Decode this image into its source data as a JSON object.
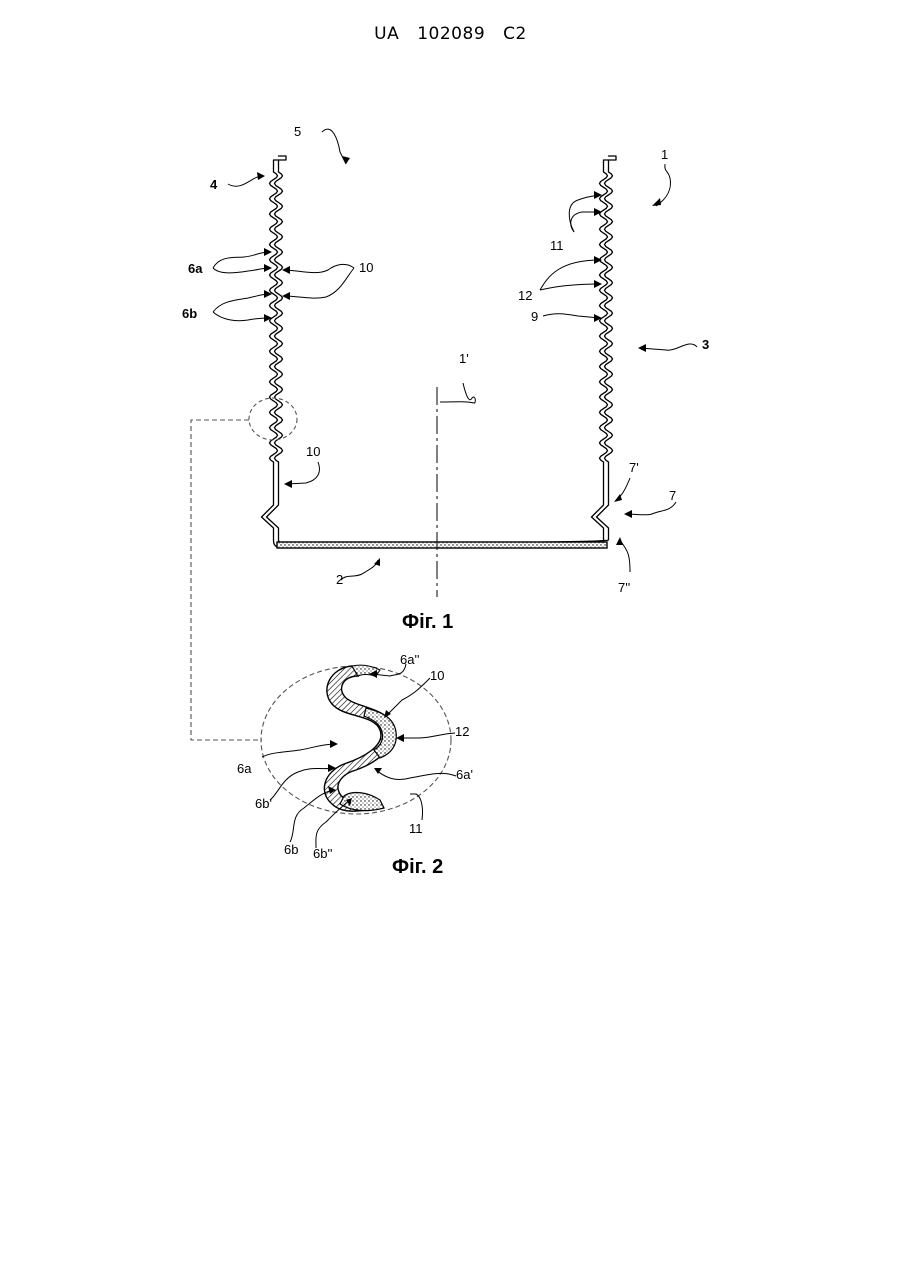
{
  "header": {
    "country": "UA",
    "number": "102089",
    "kind": "C2"
  },
  "figures": {
    "fig1": {
      "caption": "Фіг. 1",
      "labels": {
        "l5": "5",
        "l1": "1",
        "l4": "4",
        "l11": "11",
        "l6a": "6a",
        "l10": "10",
        "l12": "12",
        "l6b": "6b",
        "l9": "9",
        "l3": "3",
        "l1p": "1'",
        "l10b": "10",
        "l7p": "7'",
        "l7": "7",
        "l2": "2",
        "l7pp": "7''"
      }
    },
    "fig2": {
      "caption": "Фіг. 2",
      "labels": {
        "l6app": "6a''",
        "l10": "10",
        "l12": "12",
        "l6a": "6a",
        "l6ap": "6a'",
        "l6bp": "6b'",
        "l11": "11",
        "l6b": "6b",
        "l6bpp": "6b''"
      }
    }
  },
  "colors": {
    "ink": "#000000",
    "paper": "#ffffff",
    "dash": "#555555"
  }
}
